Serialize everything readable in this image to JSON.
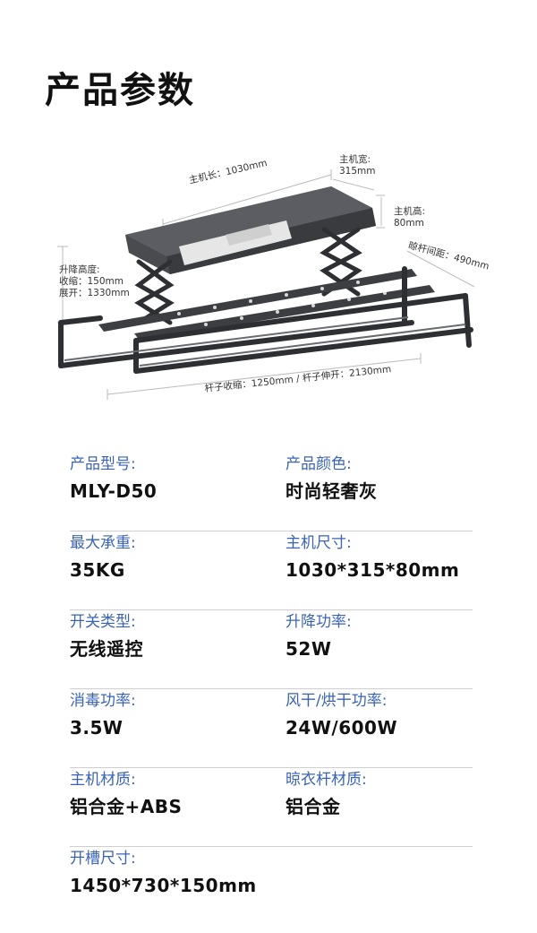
{
  "title": "产品参数",
  "dimensions": {
    "length": "主机长：1030mm",
    "width_label": "主机宽:",
    "width_value": "315mm",
    "height_label": "主机高:",
    "height_value": "80mm",
    "pole_gap": "晾杆间距：490mm",
    "lift_title": "升降高度:",
    "lift_retract": "收缩：150mm",
    "lift_extend": "展开：1330mm",
    "pole_length": "杆子收缩：1250mm  /  杆子伸开：2130mm"
  },
  "specs": [
    {
      "left": {
        "label": "产品型号:",
        "value": "MLY-D50"
      },
      "right": {
        "label": "产品颜色:",
        "value": "时尚轻奢灰"
      }
    },
    {
      "left": {
        "label": "最大承重:",
        "value": "35KG"
      },
      "right": {
        "label": "主机尺寸:",
        "value": "1030*315*80mm"
      }
    },
    {
      "left": {
        "label": "开关类型:",
        "value": "无线遥控"
      },
      "right": {
        "label": "升降功率:",
        "value": "52W"
      }
    },
    {
      "left": {
        "label": "消毒功率:",
        "value": "3.5W"
      },
      "right": {
        "label": "风干/烘干功率:",
        "value": "24W/600W"
      }
    },
    {
      "left": {
        "label": "主机材质:",
        "value": "铝合金+ABS"
      },
      "right": {
        "label": "晾衣杆材质:",
        "value": "铝合金"
      }
    },
    {
      "left": {
        "label": "开槽尺寸:",
        "value": "1450*730*150mm"
      }
    }
  ],
  "colors": {
    "label": "#3a63b8",
    "value": "#111111",
    "divider": "#cfcfcf",
    "product": "#4a4b4f"
  }
}
